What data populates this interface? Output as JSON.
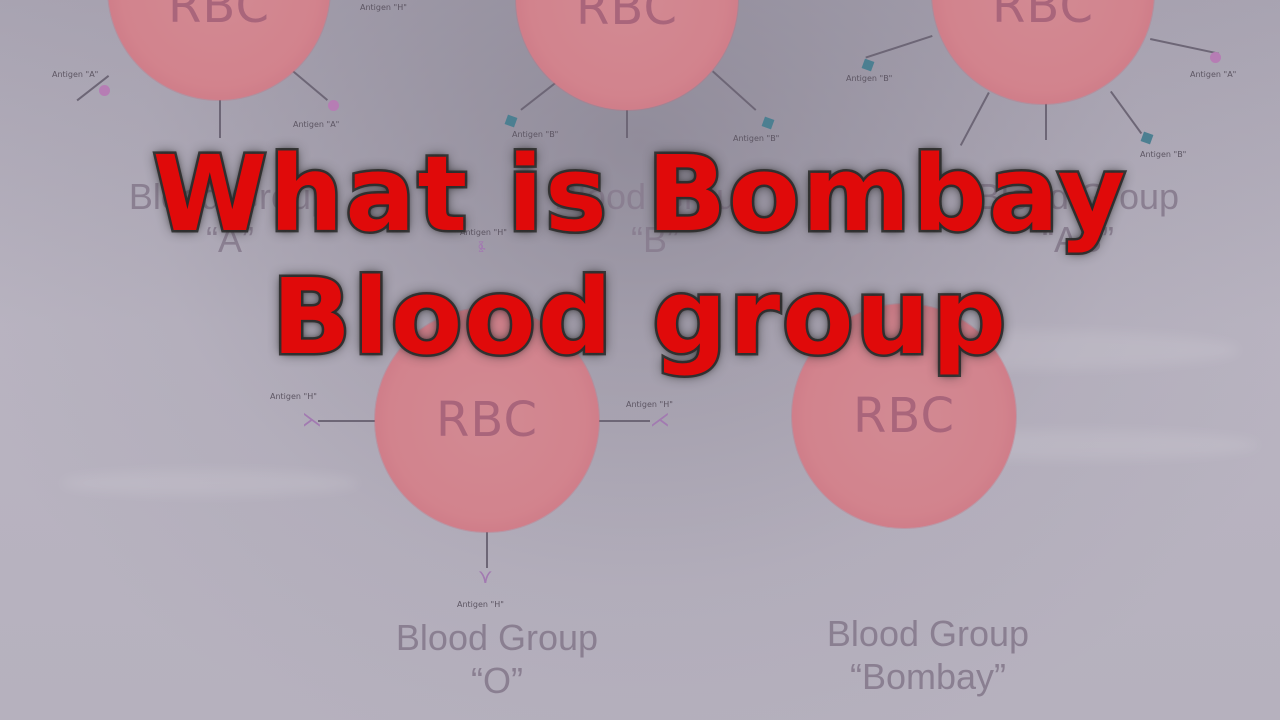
{
  "headline": {
    "line1": "What is Bombay",
    "line2": "Blood group"
  },
  "cells": {
    "rbc_label": "RBC"
  },
  "antigens": {
    "a": "Antigen \"A\"",
    "b": "Antigen \"B\"",
    "h": "Antigen \"H\""
  },
  "groups": {
    "a": {
      "title": "Blood Group",
      "type": "“A”"
    },
    "b": {
      "title": "Blood Group",
      "type": "“B”"
    },
    "ab": {
      "title": "Blood Group",
      "type": "“AB”"
    },
    "o": {
      "title": "Blood Group",
      "type": "“O”"
    },
    "bombay": {
      "title": "Blood Group",
      "type": "“Bombay”"
    }
  },
  "colors": {
    "cell": "#d2838d",
    "headline": "#e00a0a",
    "headline_outline": "#3c3c3c",
    "antigen_a": "#b67db4",
    "antigen_b": "#4c7f91",
    "antigen_h": "#a27ab1"
  }
}
